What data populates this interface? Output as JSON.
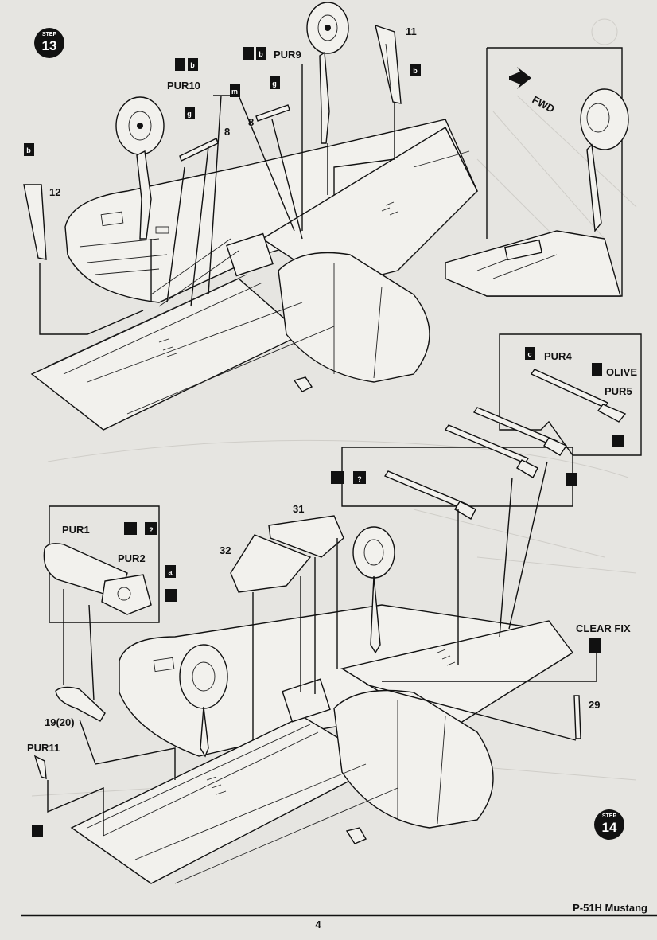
{
  "steps": [
    {
      "word": "STEP",
      "number": "13"
    },
    {
      "word": "STEP",
      "number": "14"
    }
  ],
  "step13": {
    "parts": {
      "pur10": "PUR10",
      "pur9": "PUR9",
      "part8a": "8",
      "part8b": "8",
      "part11": "11",
      "part12": "12",
      "pur4": "PUR4",
      "pur5": "PUR5"
    },
    "paint": {
      "b": "b",
      "g": "g",
      "m": "m",
      "c": "c",
      "olive": "OLIVE"
    },
    "inset": {
      "fwd": "FWD"
    }
  },
  "step14": {
    "parts": {
      "pur1": "PUR1",
      "pur2": "PUR2",
      "part31": "31",
      "part32": "32",
      "part19": "19(20)",
      "pur11": "PUR11",
      "part29": "29",
      "clearfix": "CLEAR FIX"
    },
    "paint": {
      "a": "a"
    },
    "question": "?"
  },
  "footer": {
    "title": "P-51H Mustang",
    "page": "4"
  },
  "icons": [
    "glue-icon",
    "paint-drop-icon",
    "choice-icon",
    "clear-glue-icon"
  ]
}
